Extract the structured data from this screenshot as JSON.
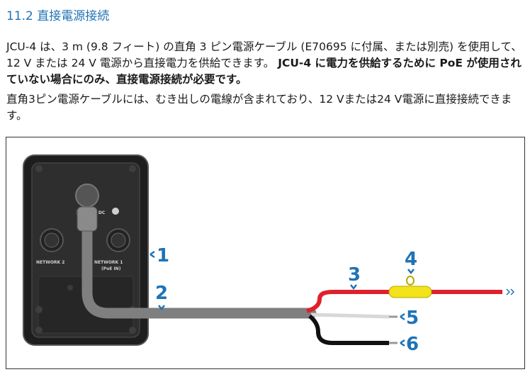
{
  "section": {
    "heading": "11.2 直接電源接続"
  },
  "para1": {
    "normal": "JCU-4 は、3 m (9.8 フィート) の直角 3 ピン電源ケーブル (E70695 に付属、または別売) を使用して、12 V または 24 V 電源から直接電力を供給できます。",
    "bold": "JCU-4 に電力を供給するために PoE が使用されていない場合にのみ、直接電源接続が必要です。"
  },
  "para2": "直角3ピン電源ケーブルには、むき出しの電線が含まれており、12 Vまたは24 V電源に直接接続できます。",
  "figure": {
    "device_labels": {
      "network2": "NETWORK 2",
      "network1": "NETWORK 1",
      "poe": "(PoE IN)",
      "power_port": "12 / 24 V DC"
    },
    "callouts": [
      "1",
      "2",
      "3",
      "4",
      "5",
      "6"
    ],
    "colors": {
      "callout": "#1f73b7",
      "red_wire": "#e0202a",
      "fuse": "#f2e31a",
      "cable": "#7f7f7f",
      "device": "#2b2b2b"
    }
  }
}
